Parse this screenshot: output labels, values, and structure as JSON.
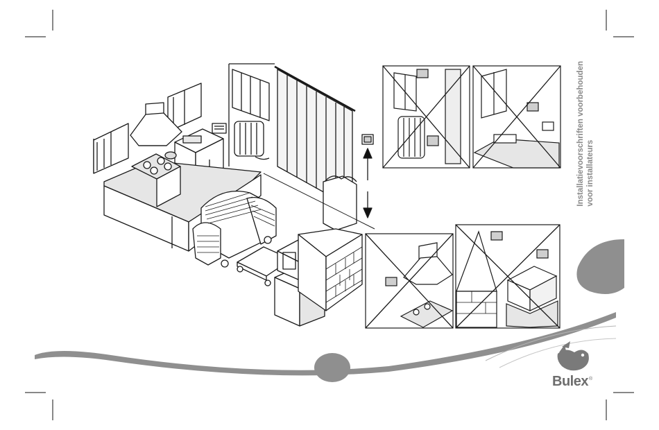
{
  "sidebar": {
    "line1": "Installatievoorschriften voorbehouden",
    "line2": "voor installateurs"
  },
  "brand": {
    "name": "Bulex",
    "registered": "®"
  },
  "colors": {
    "accent_grey": "#8f8f8f",
    "line": "#1a1a1a",
    "fill_light": "#e6e6e6"
  },
  "icons": [
    "bird-logo-icon",
    "up-arrow-icon",
    "down-arrow-icon",
    "thermostat-icon",
    "cross-mark-icon"
  ]
}
